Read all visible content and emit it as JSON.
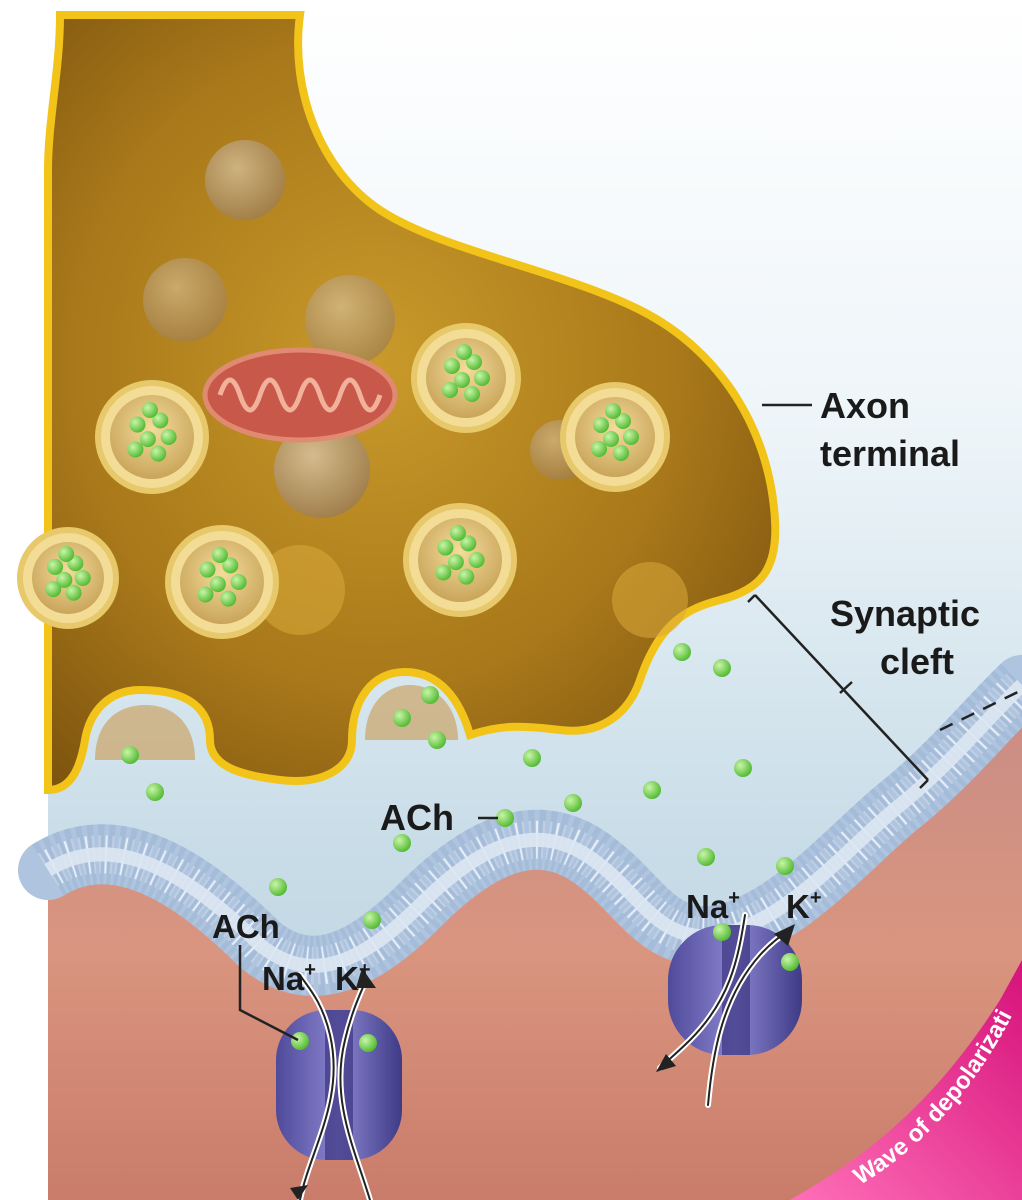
{
  "labels": {
    "axon_terminal_line1": "Axon",
    "axon_terminal_line2": "terminal",
    "synaptic_cleft_line1": "Synaptic",
    "synaptic_cleft_line2": "cleft",
    "ach_cleft": "ACh",
    "ach_receptor": "ACh",
    "na": "Na",
    "k": "K",
    "ion_charge": "+",
    "wave": "Wave of depolarization"
  },
  "colors": {
    "axon_fill": "#b8891c",
    "axon_outline": "#f2c41a",
    "vesicle_fill": "#e6c478",
    "ach_molecule": "#7ed957",
    "membrane_head": "#aec4df",
    "membrane_tail": "#dfe8f3",
    "channel": "#6f6ab8",
    "cytoplasm": "#d48f7e",
    "wave": "#e8308f",
    "cleft_fluid": "#cde0ea"
  }
}
